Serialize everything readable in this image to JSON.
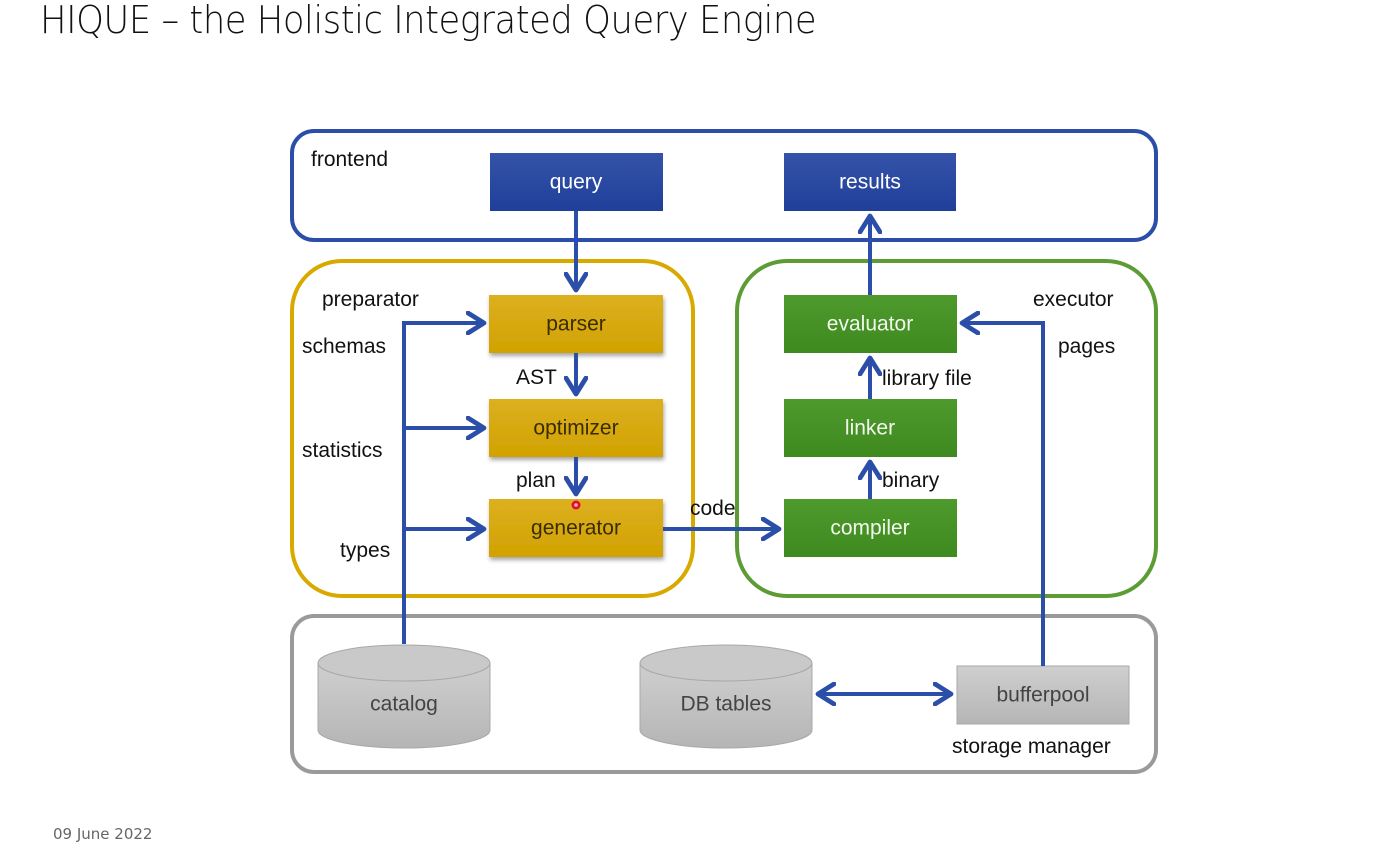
{
  "title": "HIQUE – the Holistic Integrated Query Engine",
  "footer_date": "09 June 2022",
  "colors": {
    "frontend": "#2b4fa8",
    "preparator": "#d9a900",
    "executor": "#5d9c34",
    "storage": "#9a9a9a",
    "arrow": "#2b4fa8"
  },
  "frontend": {
    "label": "frontend",
    "query": "query",
    "results": "results"
  },
  "preparator": {
    "label": "preparator",
    "parser": "parser",
    "optimizer": "optimizer",
    "generator": "generator",
    "ast": "AST",
    "plan": "plan",
    "inputs": {
      "schemas": "schemas",
      "statistics": "statistics",
      "types": "types"
    }
  },
  "code_label": "code",
  "executor": {
    "label": "executor",
    "pages": "pages",
    "evaluator": "evaluator",
    "linker": "linker",
    "compiler": "compiler",
    "library_file": "library file",
    "binary": "binary"
  },
  "storage": {
    "label": "storage manager",
    "catalog": "catalog",
    "db_tables": "DB tables",
    "bufferpool": "bufferpool"
  }
}
